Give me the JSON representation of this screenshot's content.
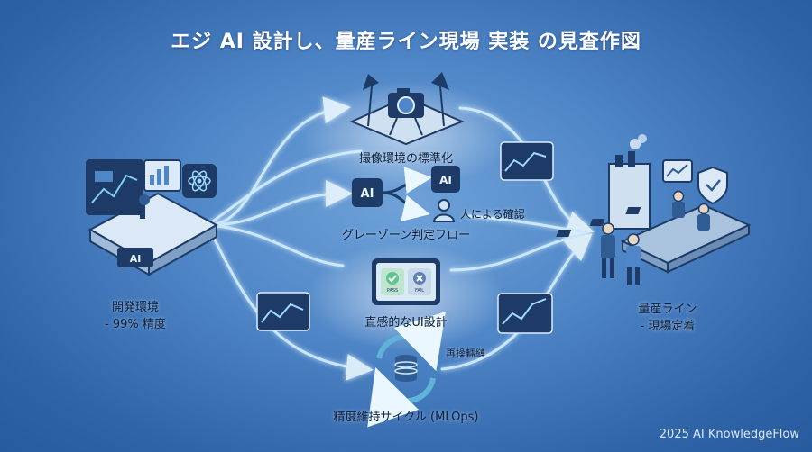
{
  "title": "エジ AI 設計し、量産ライン現場 実装 の見査作図",
  "dev": {
    "line1": "開発環境",
    "line2": "- 99% 精度",
    "chip": "AI"
  },
  "prod": {
    "line1": "量産ライン",
    "line2": "- 現場定着"
  },
  "steps": {
    "imaging": "撮像環境の標準化",
    "grayzone": "グレーゾーン判定フロー",
    "human_check": "人による確認",
    "ui": "直感的なUI設計",
    "mlops": "精度維持サイクル (MLOps)",
    "retrain": "再操輛縺"
  },
  "ai_badges": {
    "left": "AI",
    "right": "AI"
  },
  "ui_buttons": {
    "pass": "PASS",
    "fail": "FAIL"
  },
  "footer": "2025 AI KnowledgeFlow",
  "colors": {
    "glow": "#bfe7ff",
    "icon_dark": "#1d3b66",
    "icon_mid": "#2f5c93",
    "accent_green": "#5fc48f",
    "accent_teal": "#5fb3d9"
  }
}
